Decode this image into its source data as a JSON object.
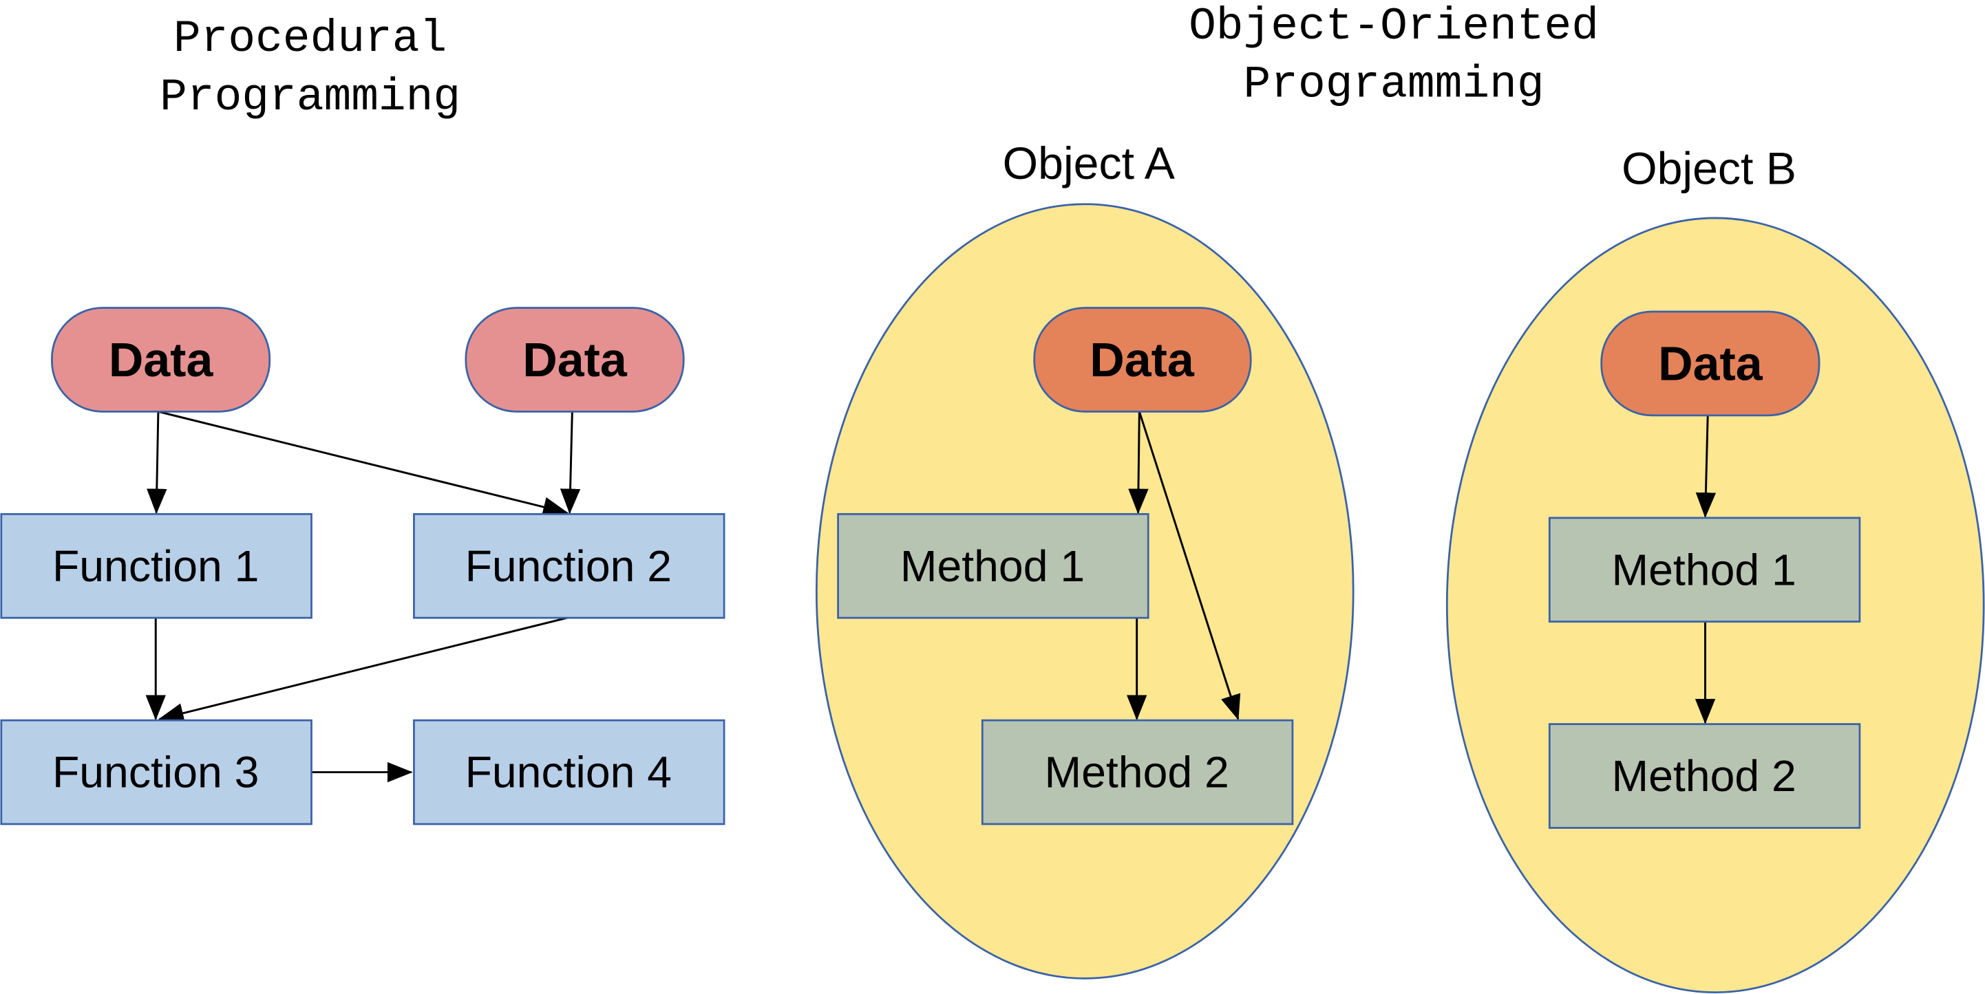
{
  "procedural": {
    "title_line1": "Procedural",
    "title_line2": "Programming",
    "data_left": "Data",
    "data_right": "Data",
    "function1": "Function 1",
    "function2": "Function 2",
    "function3": "Function 3",
    "function4": "Function 4"
  },
  "oop": {
    "title_line1": "Object-Oriented",
    "title_line2": "Programming",
    "object_a": {
      "label": "Object A",
      "data": "Data",
      "method1": "Method 1",
      "method2": "Method 2"
    },
    "object_b": {
      "label": "Object B",
      "data": "Data",
      "method1": "Method 1",
      "method2": "Method 2"
    }
  },
  "colors": {
    "procedural_data_fill": "#e59191",
    "oop_data_fill": "#e4825a",
    "function_fill": "#b8cfe8",
    "method_fill": "#b8c4b2",
    "object_fill": "#fde791",
    "stroke_blue": "#3a62a8",
    "arrow": "#000000"
  }
}
